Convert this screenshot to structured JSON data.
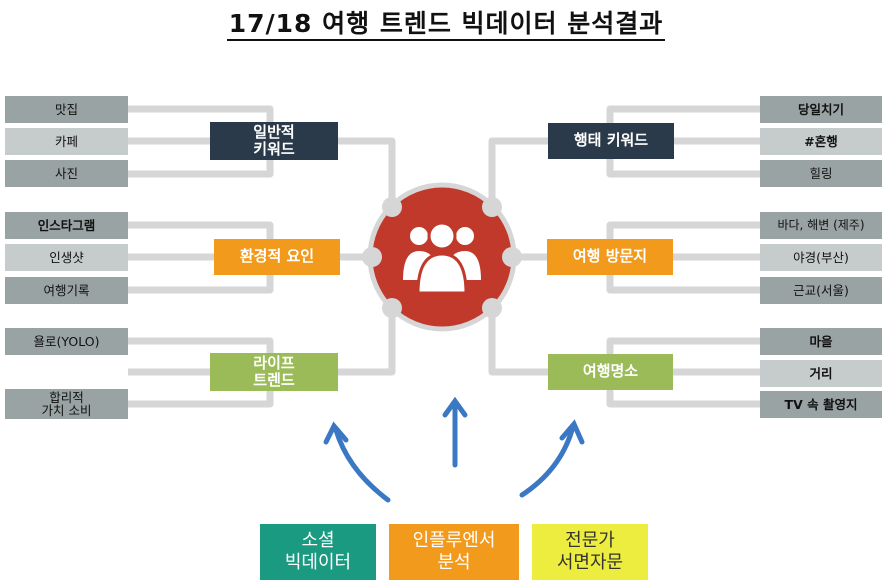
{
  "title": "17/18 여행 트렌드 빅데이터 분석결과",
  "left_groups": [
    {
      "category": "일반적\n키워드",
      "leaves": [
        "맛집",
        "카페",
        "사진"
      ]
    },
    {
      "category": "환경적 요인",
      "leaves": [
        "인스타그램",
        "인생샷",
        "여행기록"
      ]
    },
    {
      "category": "라이프\n트렌드",
      "leaves": [
        "욜로(YOLO)",
        "합리적\n가치 소비"
      ]
    }
  ],
  "right_groups": [
    {
      "category": "행태 키워드",
      "leaves": [
        "당일치기",
        "#혼행",
        "힐링"
      ]
    },
    {
      "category": "여행 방문지",
      "leaves": [
        "바다, 해변 (제주)",
        "야경(부산)",
        "근교(서울)"
      ]
    },
    {
      "category": "여행명소",
      "leaves": [
        "마을",
        "거리",
        "TV 속 촬영지"
      ]
    }
  ],
  "center_icon": "people-group-icon",
  "sources": [
    "소셜\n빅데이터",
    "인플루엔서\n분석",
    "전문가\n서면자문"
  ],
  "colors": {
    "navy": "#2b3a4a",
    "orange": "#f29a1c",
    "green": "#9bbb59",
    "hub_red": "#c0392b",
    "arrow_blue": "#3b78c4",
    "teal": "#1a9a80",
    "yellow": "#eded3f"
  }
}
